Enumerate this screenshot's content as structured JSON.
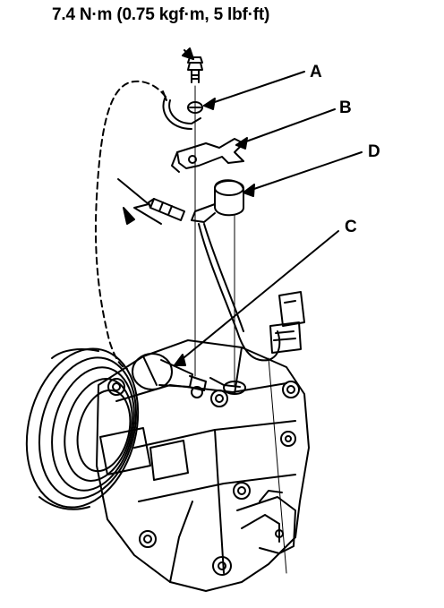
{
  "torque_spec": "7.4 N·m (0.75 kgf·m, 5 lbf·ft)",
  "callouts": {
    "a": "A",
    "b": "B",
    "c": "C",
    "d": "D"
  }
}
